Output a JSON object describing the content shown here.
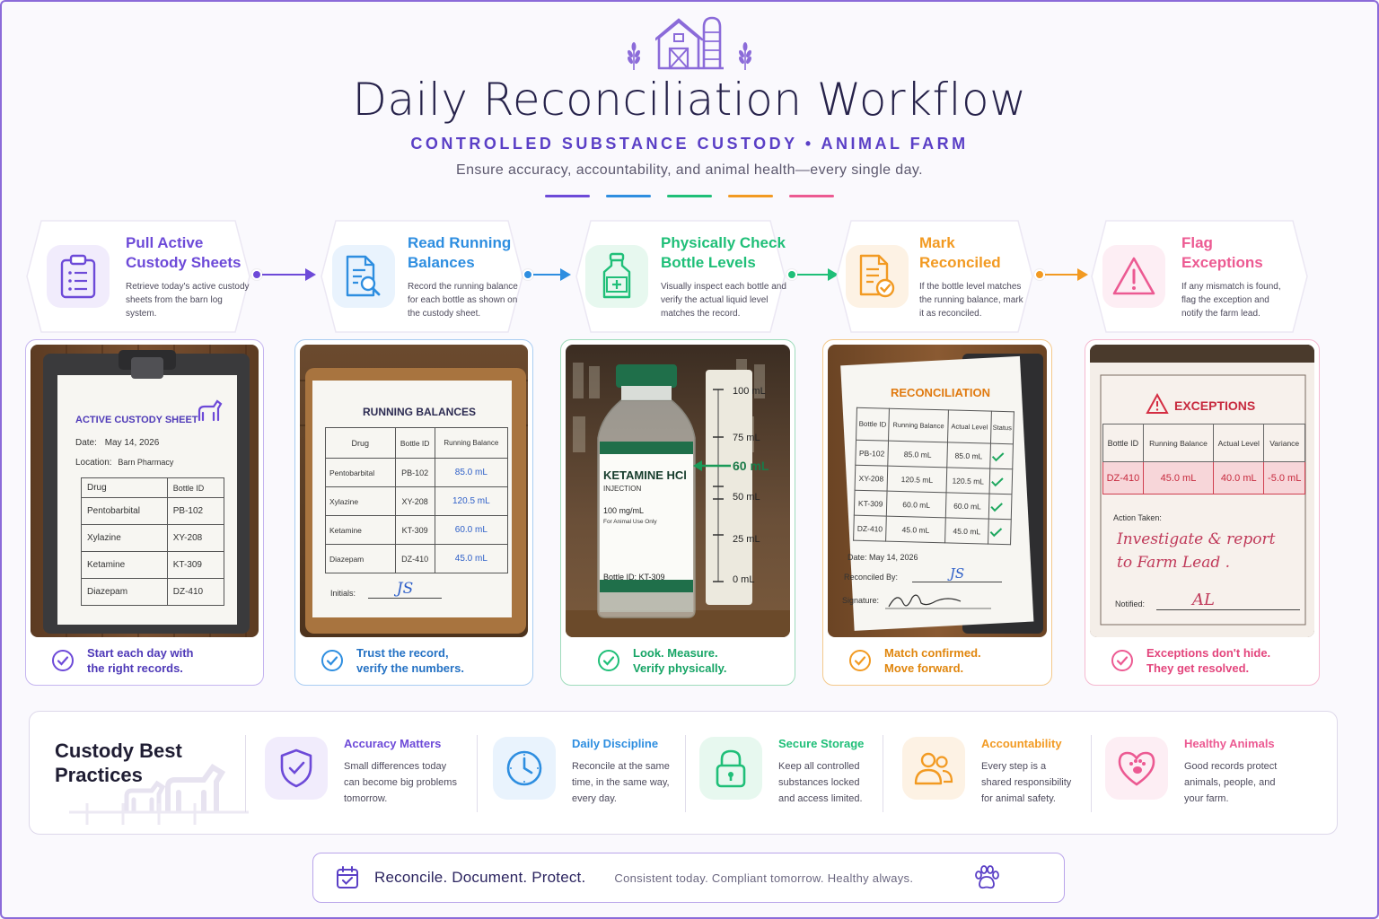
{
  "header": {
    "title": "Daily Reconciliation Workflow",
    "subtitle": "CONTROLLED SUBSTANCE CUSTODY • ANIMAL FARM",
    "tagline": "Ensure accuracy, accountability, and animal health—every single day.",
    "dash_colors": [
      "#6d4ad8",
      "#2e8ee0",
      "#1fbf78",
      "#f29a22",
      "#ec5a92"
    ],
    "logo_icon": "barn-icon"
  },
  "steps": [
    {
      "title": "Pull Active Custody Sheets",
      "desc": "Retrieve today's active custody sheets from the barn log system.",
      "color": "#6d4ad8",
      "icon": "clipboard-icon"
    },
    {
      "title": "Read Running Balances",
      "desc": "Record the running balance for each bottle as shown on the custody sheet.",
      "color": "#2e8ee0",
      "icon": "document-search-icon"
    },
    {
      "title": "Physically Check Bottle Levels",
      "desc": "Visually inspect each bottle and verify the actual liquid level matches the record.",
      "color": "#1fbf78",
      "icon": "bottle-icon"
    },
    {
      "title": "Mark Reconciled",
      "desc": "If the bottle level matches the running balance, mark it as reconciled.",
      "color": "#f29a22",
      "icon": "document-check-icon"
    },
    {
      "title": "Flag Exceptions",
      "desc": "If any mismatch is found, flag the exception and notify the farm lead.",
      "color": "#ec5a92",
      "icon": "warning-icon"
    }
  ],
  "cards": [
    {
      "caption": [
        "Start each day with",
        "the right records."
      ],
      "sheet": {
        "title": "ACTIVE CUSTODY SHEET",
        "date_label": "Date:",
        "date": "May 14, 2026",
        "location_label": "Location:",
        "location": "Barn Pharmacy",
        "headers": [
          "Drug",
          "Bottle ID"
        ],
        "rows": [
          [
            "Pentobarbital",
            "PB-102"
          ],
          [
            "Xylazine",
            "XY-208"
          ],
          [
            "Ketamine",
            "KT-309"
          ],
          [
            "Diazepam",
            "DZ-410"
          ]
        ]
      }
    },
    {
      "caption": [
        "Trust the record,",
        "verify the numbers."
      ],
      "sheet": {
        "title": "RUNNING BALANCES",
        "headers": [
          "Drug",
          "Bottle ID",
          "Running Balance"
        ],
        "rows": [
          [
            "Pentobarbital",
            "PB-102",
            "85.0 mL"
          ],
          [
            "Xylazine",
            "XY-208",
            "120.5 mL"
          ],
          [
            "Ketamine",
            "KT-309",
            "60.0 mL"
          ],
          [
            "Diazepam",
            "DZ-410",
            "45.0 mL"
          ]
        ],
        "initials_label": "Initials:",
        "initials": "JS"
      }
    },
    {
      "caption": [
        "Look. Measure.",
        "Verify physically."
      ],
      "bottle": {
        "label_title": "KETAMINE HCl",
        "label_sub": "INJECTION",
        "conc": "100 mg/mL",
        "use": "For Animal Use Only",
        "bottle_id": "Bottle ID: KT-309",
        "scale": [
          "100 mL",
          "75 mL",
          "60 mL",
          "50 mL",
          "25 mL",
          "0 mL"
        ]
      }
    },
    {
      "caption": [
        "Match confirmed.",
        "Move forward."
      ],
      "sheet": {
        "title": "RECONCILIATION",
        "headers": [
          "Bottle ID",
          "Running Balance",
          "Actual Level",
          "Status"
        ],
        "rows": [
          [
            "PB-102",
            "85.0 mL",
            "85.0 mL"
          ],
          [
            "XY-208",
            "120.5 mL",
            "120.5 mL"
          ],
          [
            "KT-309",
            "60.0 mL",
            "60.0 mL"
          ],
          [
            "DZ-410",
            "45.0 mL",
            "45.0 mL"
          ]
        ],
        "date_label": "Date:",
        "date": "May 14, 2026",
        "reconciled_label": "Reconciled By:",
        "reconciled_by": "JS",
        "signature_label": "Signature:"
      }
    },
    {
      "caption": [
        "Exceptions don't hide.",
        "They get resolved."
      ],
      "sheet": {
        "title": "EXCEPTIONS",
        "headers": [
          "Bottle ID",
          "Running Balance",
          "Actual Level",
          "Variance"
        ],
        "row": [
          "DZ-410",
          "45.0 mL",
          "40.0 mL",
          "-5.0 mL"
        ],
        "action_label": "Action Taken:",
        "action": [
          "Investigate & report",
          "to Farm Lead ."
        ],
        "notified_label": "Notified:",
        "notified": "AL"
      }
    }
  ],
  "practices": {
    "title": [
      "Custody Best",
      "Practices"
    ],
    "items": [
      {
        "title": "Accuracy Matters",
        "desc": [
          "Small differences today",
          "can become big problems",
          "tomorrow."
        ],
        "color": "#6d4ad8",
        "icon": "shield-check-icon"
      },
      {
        "title": "Daily Discipline",
        "desc": [
          "Reconcile at the same",
          "time, in the same way,",
          "every day."
        ],
        "color": "#2e8ee0",
        "icon": "clock-icon"
      },
      {
        "title": "Secure Storage",
        "desc": [
          "Keep all controlled",
          "substances locked",
          "and access limited."
        ],
        "color": "#1fbf78",
        "icon": "lock-icon"
      },
      {
        "title": "Accountability",
        "desc": [
          "Every step is a",
          "shared responsibility",
          "for animal safety."
        ],
        "color": "#f29a22",
        "icon": "people-icon"
      },
      {
        "title": "Healthy Animals",
        "desc": [
          "Good records protect",
          "animals, people, and",
          "your farm."
        ],
        "color": "#ec5a92",
        "icon": "heart-paw-icon"
      }
    ]
  },
  "footer": {
    "main": "Reconcile. Document. Protect.",
    "sub": "Consistent today. Compliant tomorrow. Healthy always."
  }
}
